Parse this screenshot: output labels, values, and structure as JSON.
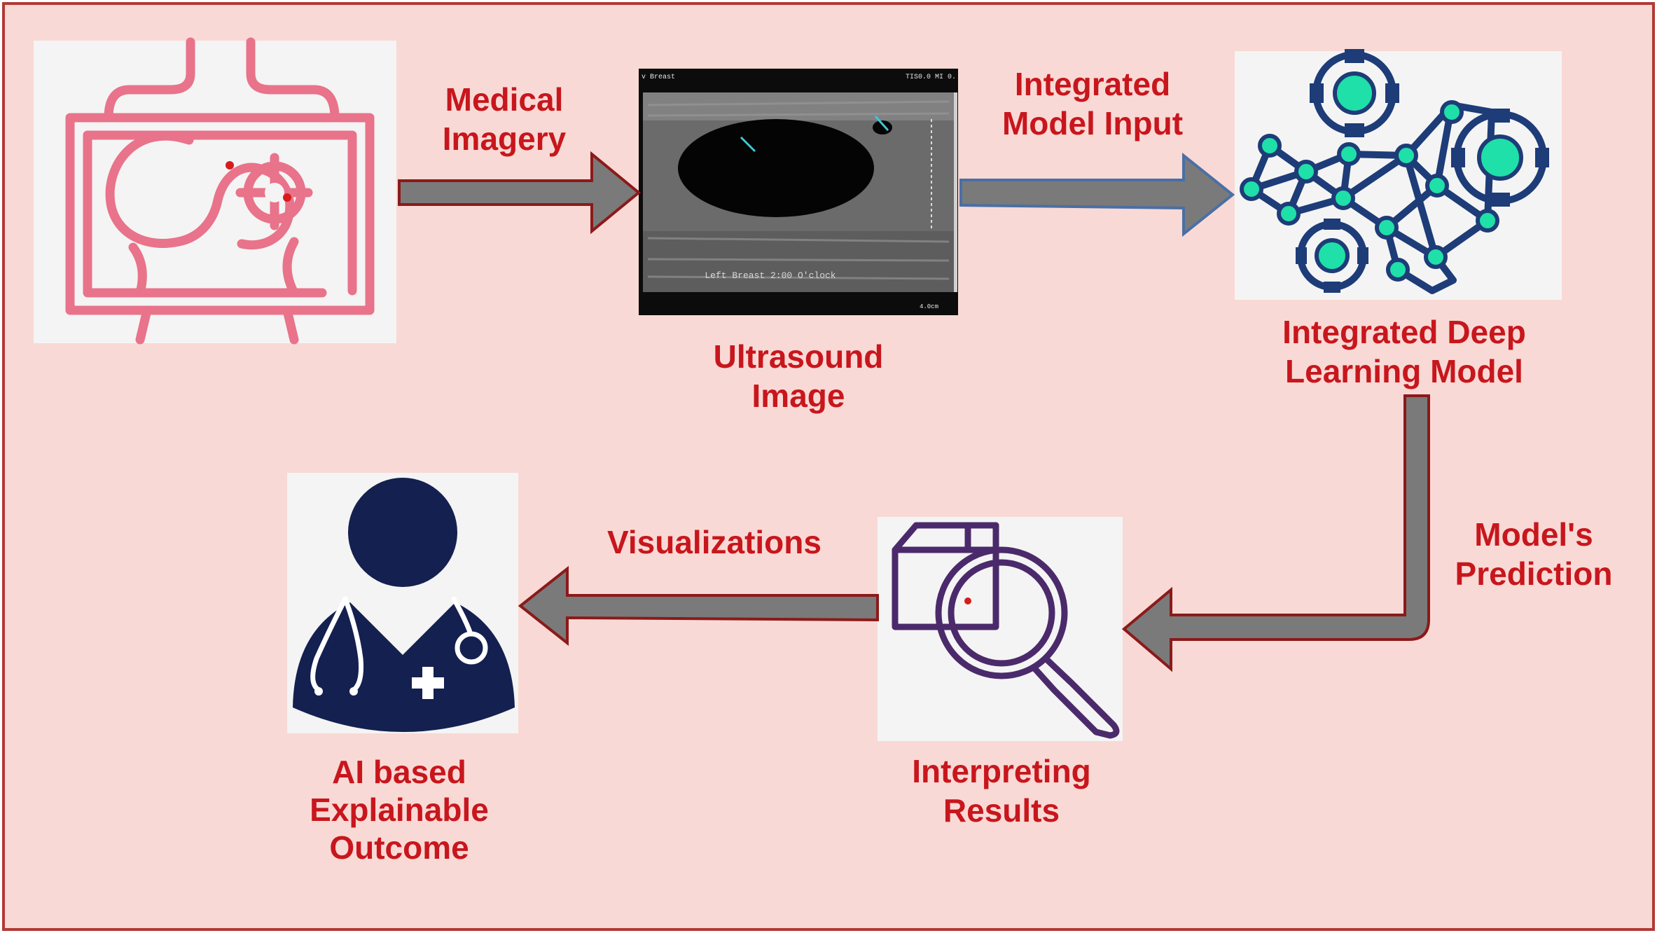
{
  "nodes": {
    "medical_imagery_source": {
      "icon": "breast-screening-monitor-icon"
    },
    "ultrasound": {
      "label": "Ultrasound\nImage",
      "icon": "ultrasound-scan-image",
      "scan_text": {
        "top_left": "v Breast",
        "top_right": "TIS0.0  MI 0.",
        "caption": "Left  Breast  2:00  O'clock",
        "depth": "4.0cm"
      }
    },
    "model": {
      "label": "Integrated Deep\nLearning Model",
      "icon": "neural-network-gears-icon"
    },
    "interpret": {
      "label": "Interpreting\nResults",
      "icon": "magnifier-cube-icon"
    },
    "outcome": {
      "label": "AI based\nExplainable\nOutcome",
      "icon": "doctor-stethoscope-icon"
    }
  },
  "edges": {
    "medical_imagery": {
      "label": "Medical\nImagery"
    },
    "model_input": {
      "label": "Integrated\nModel Input"
    },
    "prediction": {
      "label": "Model's\nPrediction"
    },
    "visualizations": {
      "label": "Visualizations"
    }
  },
  "colors": {
    "background": "#f9d9d5",
    "frame_border": "#b03a35",
    "label_text": "#c8161d",
    "arrow_fill": "#7a7a7a",
    "arrow_outline_dark": "#8b1a1a",
    "arrow_outline_blue": "#4a6fa5",
    "breast_icon": "#e8738a",
    "network_icon": "#1d3c78",
    "network_node": "#1fe0a8",
    "magnifier_icon": "#4b2a6b",
    "doctor_icon": "#14204f",
    "icon_panel": "#f4f4f4"
  }
}
